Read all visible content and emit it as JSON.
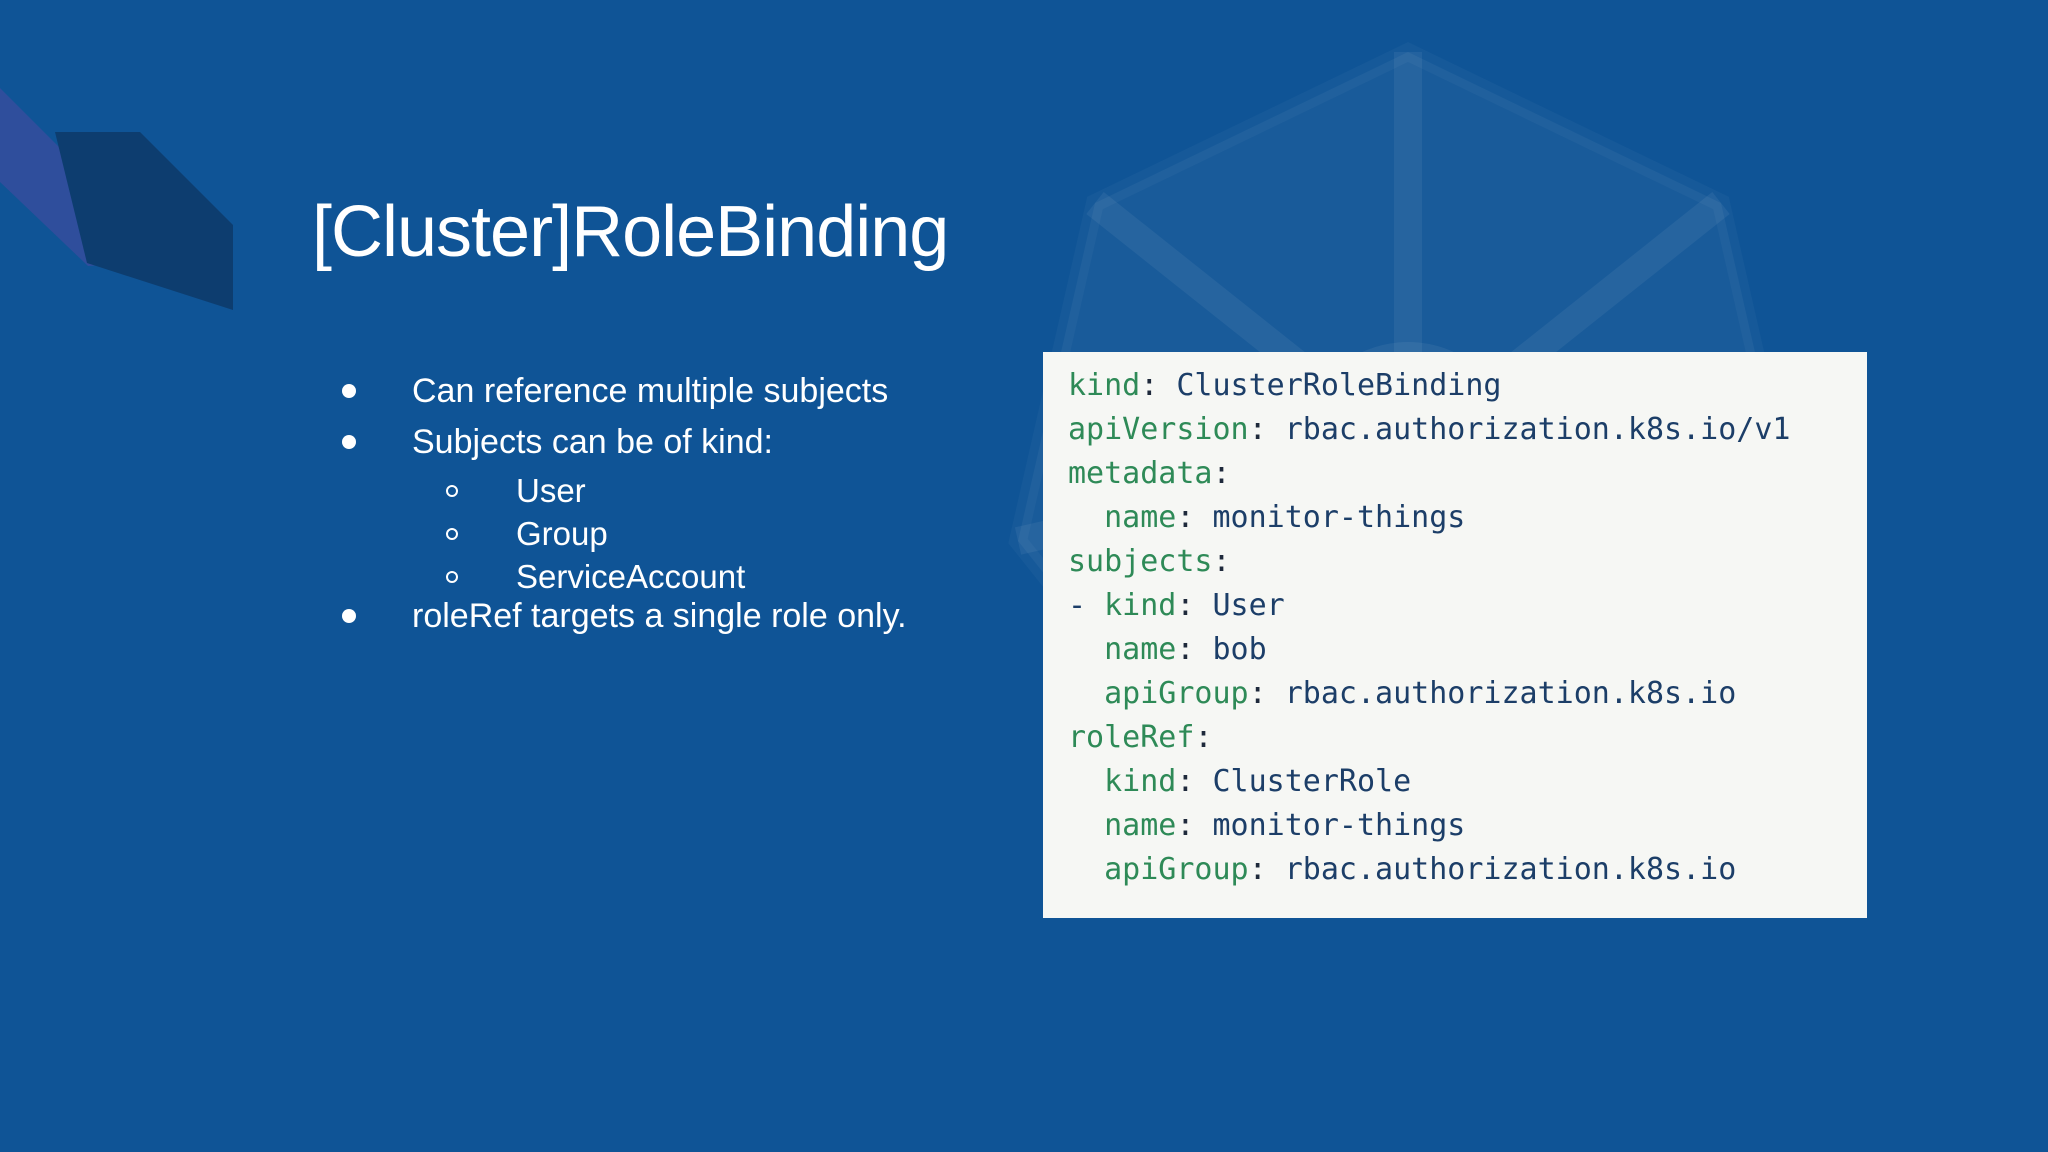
{
  "slide": {
    "title": "[Cluster]RoleBinding",
    "bullets": [
      {
        "level": 1,
        "text": "Can reference multiple subjects"
      },
      {
        "level": 1,
        "text": "Subjects can be of kind:"
      },
      {
        "level": 2,
        "text": "User"
      },
      {
        "level": 2,
        "text": "Group"
      },
      {
        "level": 2,
        "text": "ServiceAccount"
      },
      {
        "level": 1,
        "text": "roleRef targets a single role only."
      }
    ],
    "code_panel": {
      "language": "yaml",
      "lines": [
        {
          "prefix": "",
          "key": "kind",
          "sep": ":",
          "value": "ClusterRoleBinding"
        },
        {
          "prefix": "",
          "key": "apiVersion",
          "sep": ":",
          "value": "rbac.authorization.k8s.io/v1"
        },
        {
          "prefix": "",
          "key": "metadata",
          "sep": ":",
          "value": ""
        },
        {
          "prefix": "  ",
          "key": "name",
          "sep": ":",
          "value": "monitor-things"
        },
        {
          "prefix": "",
          "key": "subjects",
          "sep": ":",
          "value": ""
        },
        {
          "prefix": "- ",
          "key": "kind",
          "sep": ":",
          "value": "User"
        },
        {
          "prefix": "  ",
          "key": "name",
          "sep": ":",
          "value": "bob"
        },
        {
          "prefix": "  ",
          "key": "apiGroup",
          "sep": ":",
          "value": "rbac.authorization.k8s.io"
        },
        {
          "prefix": "",
          "key": "roleRef",
          "sep": ":",
          "value": ""
        },
        {
          "prefix": "  ",
          "key": "kind",
          "sep": ":",
          "value": "ClusterRole"
        },
        {
          "prefix": "  ",
          "key": "name",
          "sep": ":",
          "value": "monitor-things"
        },
        {
          "prefix": "  ",
          "key": "apiGroup",
          "sep": ":",
          "value": "rbac.authorization.k8s.io"
        }
      ]
    },
    "colors": {
      "background_blue": "#0f5496",
      "corner_stripe_indigo": "#2f4e9c",
      "corner_shape_navy": "#0d3d6f",
      "panel_background": "#f6f7f4",
      "code_key_green": "#2e8a57",
      "code_value_navy": "#1c3e68",
      "code_punctuation": "#1e293b",
      "text_white": "#ffffff"
    },
    "watermark": "kubernetes-wheel-logo"
  }
}
